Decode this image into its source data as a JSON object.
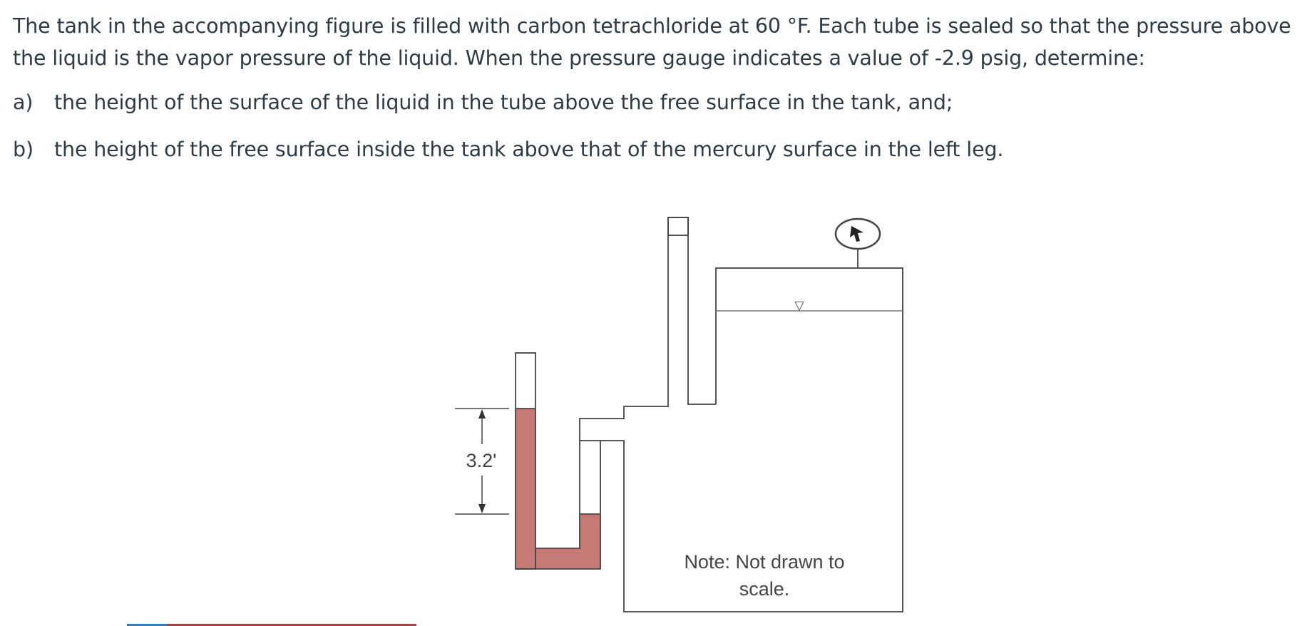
{
  "problem": {
    "intro": "The tank in the accompanying figure is filled with carbon tetrachloride at 60 °F.  Each tube is sealed so that the pressure above the liquid is the vapor pressure of the liquid.  When the pressure gauge indicates a value of -2.9 psig, determine:",
    "parts": [
      {
        "label": "a)",
        "text": "the height of the surface of the liquid in the tube above the free surface in the tank, and;"
      },
      {
        "label": "b)",
        "text": "the height of the free surface inside the tank above that of the mercury surface in the left leg."
      }
    ]
  },
  "figure": {
    "dimension_label": "3.2'",
    "note_line1": "Note: Not drawn to",
    "note_line2": "scale.",
    "free_surface_symbol": "▽",
    "colors": {
      "mercury": "#c57a76",
      "outline": "#444444"
    }
  }
}
